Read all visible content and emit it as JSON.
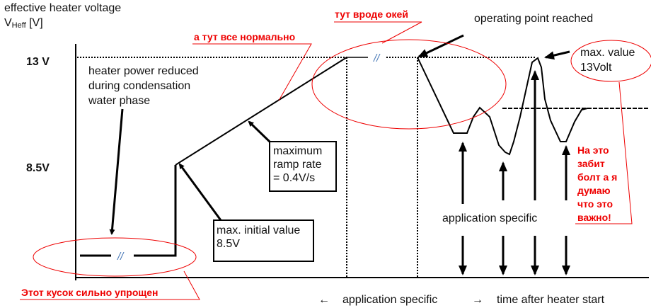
{
  "axis": {
    "ylabel_line1": "effective heater voltage",
    "ylabel_v": "V",
    "ylabel_sub": "Heff",
    "ylabel_unit": " [V]",
    "tick_13": "13 V",
    "tick_85": "8.5V",
    "xlabel_left_arrow": "←",
    "xlabel_app": "application specific",
    "xlabel_right_arrow": "→",
    "xlabel_time": "time after heater start",
    "break_mark": "//"
  },
  "labels": {
    "heater_reduced": [
      "heater power reduced",
      "during condensation",
      "water phase"
    ],
    "ramp_box": [
      "maximum",
      "ramp rate",
      "= 0.4V/s"
    ],
    "initial_box": [
      "max. initial value",
      "8.5V"
    ],
    "operating_point": "operating point reached",
    "max_value": [
      "max. value",
      "13Volt"
    ],
    "application_specific": "application specific"
  },
  "annotations": {
    "normal": "а тут все нормально",
    "okay": "тут вроде окей",
    "simplified": "Этот кусок сильно упрощен",
    "important": [
      "На это",
      "забит",
      "болт а я",
      "думаю",
      "что это",
      "важно!"
    ]
  },
  "colors": {
    "annotation": "#ee0000",
    "line": "#000000",
    "break": "#4a7ab8"
  }
}
